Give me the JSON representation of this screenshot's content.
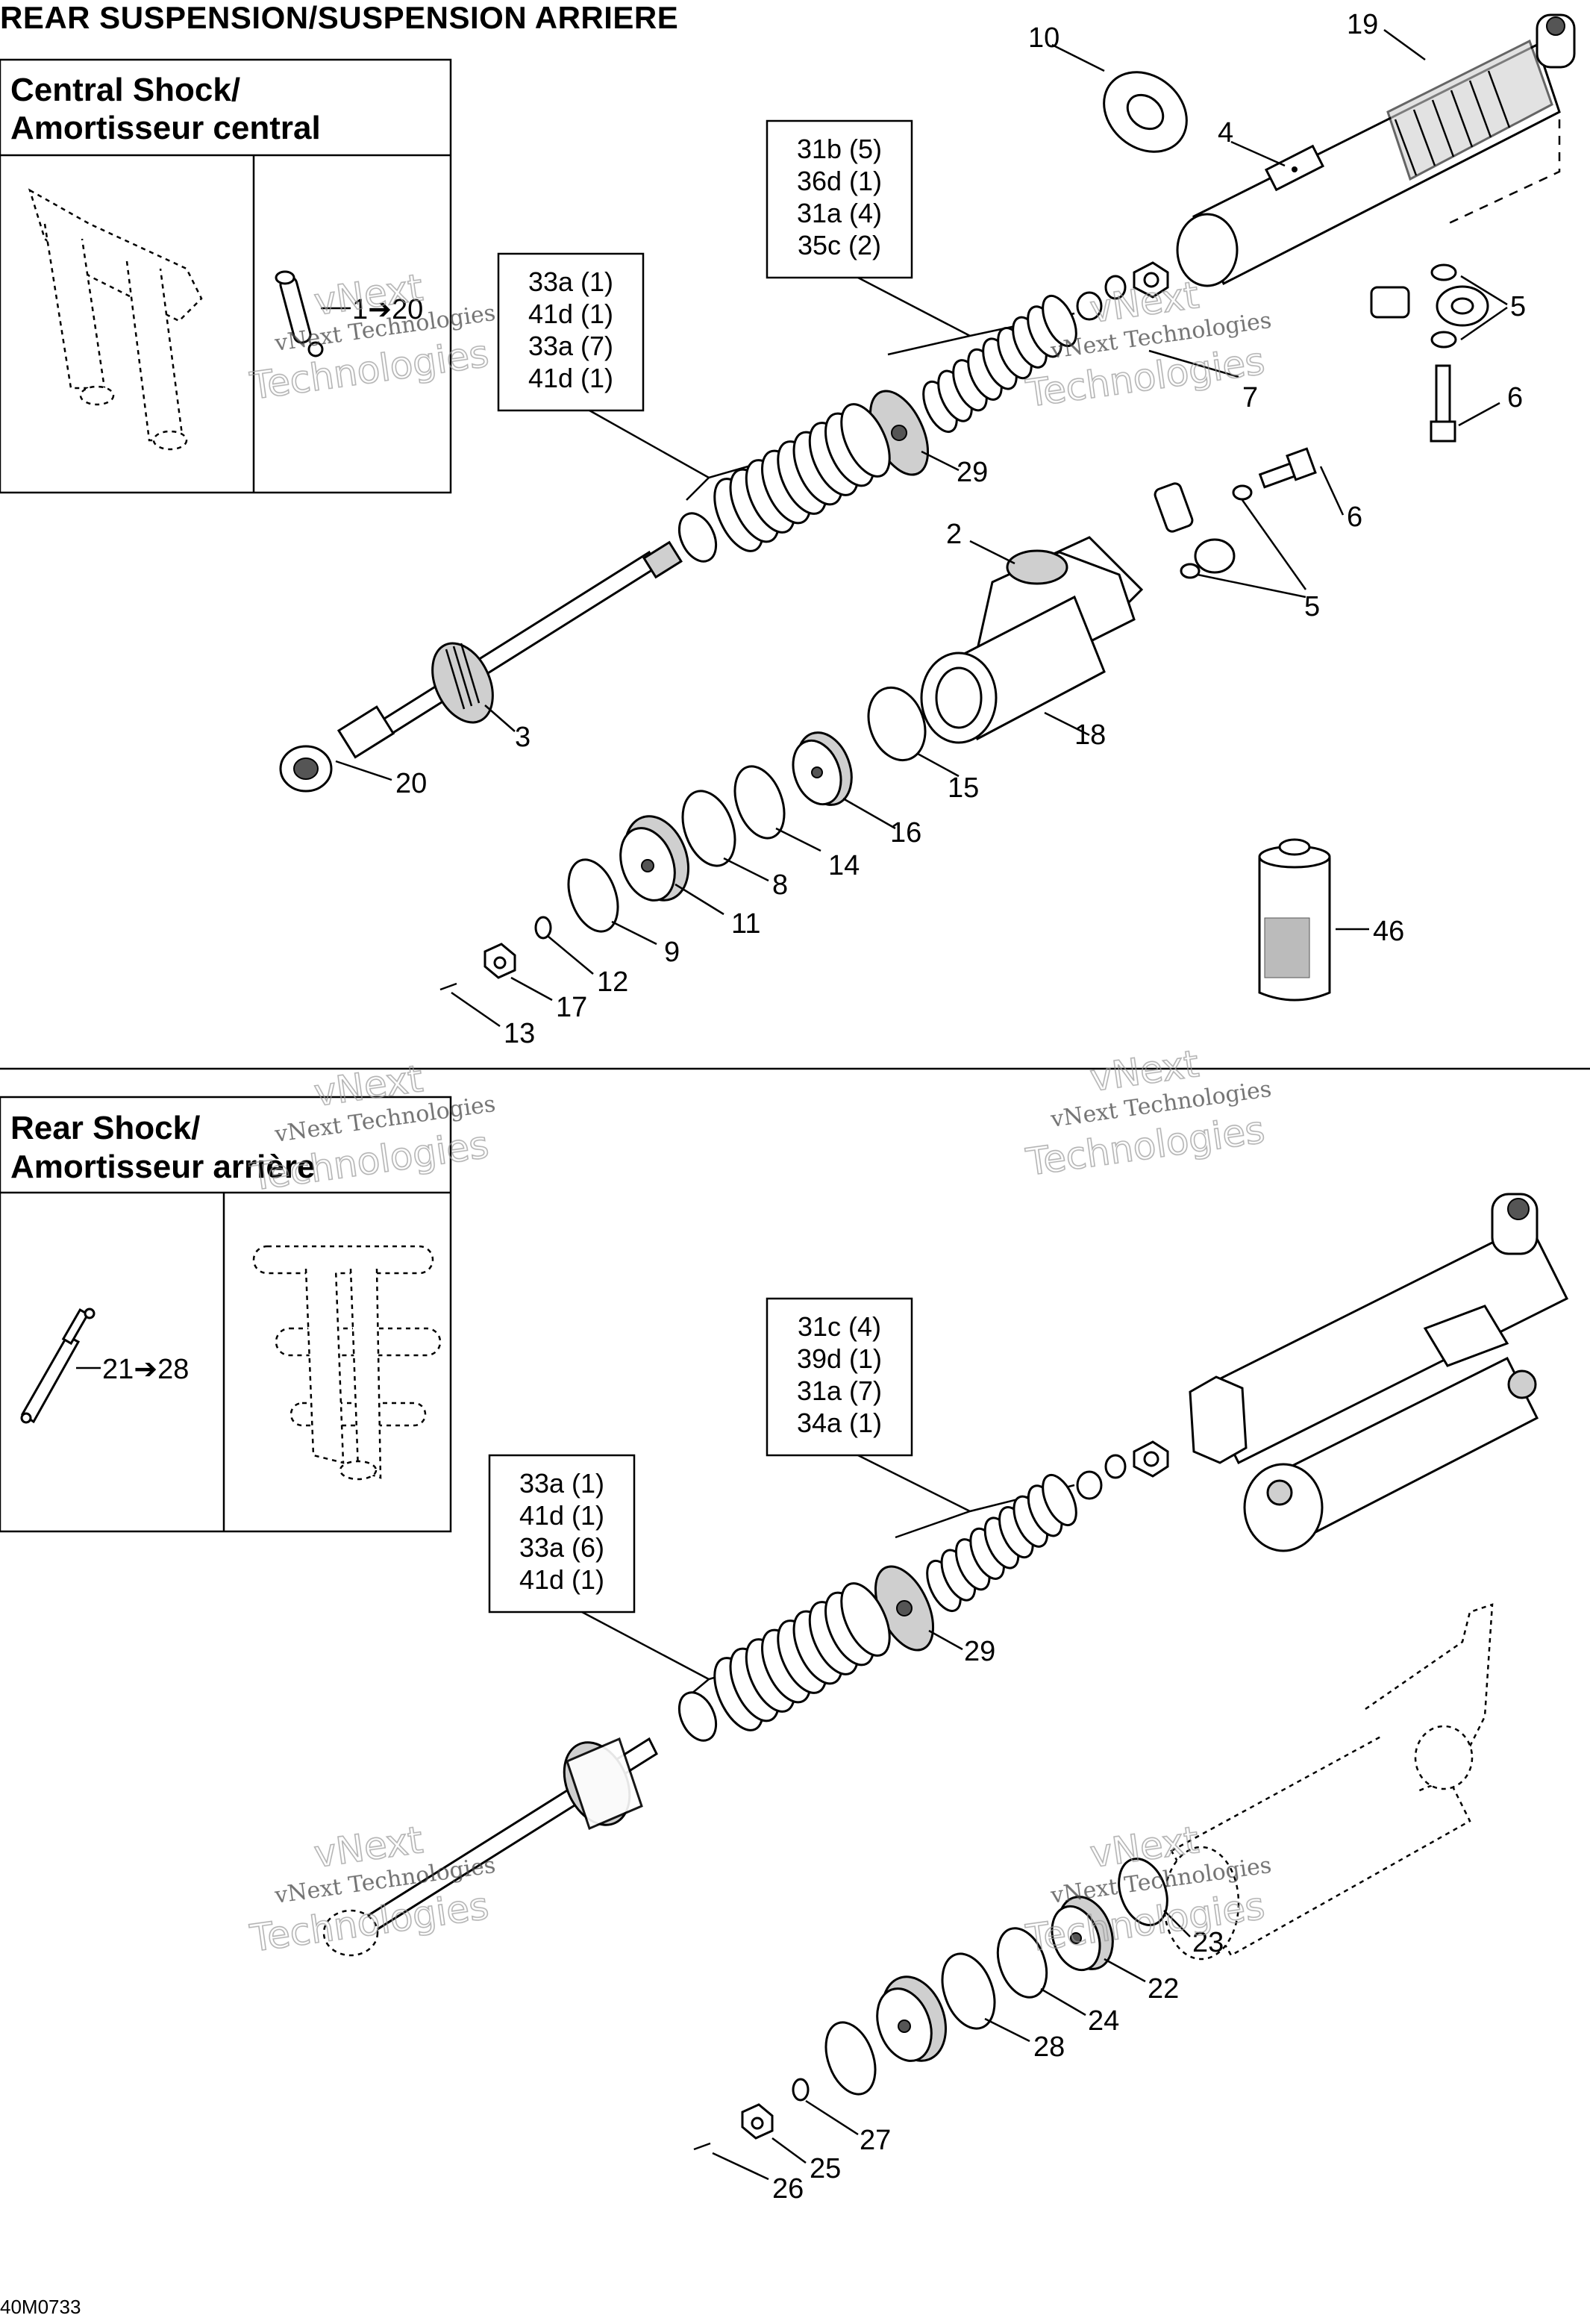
{
  "title": "REAR SUSPENSION/SUSPENSION ARRIERE",
  "watermark": {
    "line1": "vNext Technologies",
    "line2": "Technologies",
    "line3": "vNext"
  },
  "central_section": {
    "inset_title_line1": "Central Shock/",
    "inset_title_line2": "Amortisseur central",
    "inset_ref": "1➔20",
    "box_right": [
      "31b (5)",
      "36d (1)",
      "31a (4)",
      "35c (2)"
    ],
    "box_left": [
      "33a (1)",
      "41d (1)",
      "33a (7)",
      "41d (1)"
    ],
    "parts": [
      "2",
      "3",
      "4",
      "5",
      "5",
      "6",
      "6",
      "7",
      "8",
      "9",
      "10",
      "11",
      "12",
      "13",
      "14",
      "15",
      "16",
      "17",
      "18",
      "19",
      "20",
      "29",
      "46"
    ]
  },
  "rear_section": {
    "inset_title_line1": "Rear Shock/",
    "inset_title_line2": "Amortisseur arrière",
    "inset_ref": "21➔28",
    "box_right": [
      "31c (4)",
      "39d (1)",
      "31a (7)",
      "34a (1)"
    ],
    "box_left": [
      "33a (1)",
      "41d (1)",
      "33a (6)",
      "41d (1)"
    ],
    "parts": [
      "22",
      "23",
      "24",
      "25",
      "26",
      "27",
      "28",
      "29"
    ]
  },
  "footer_code": "40M0733"
}
